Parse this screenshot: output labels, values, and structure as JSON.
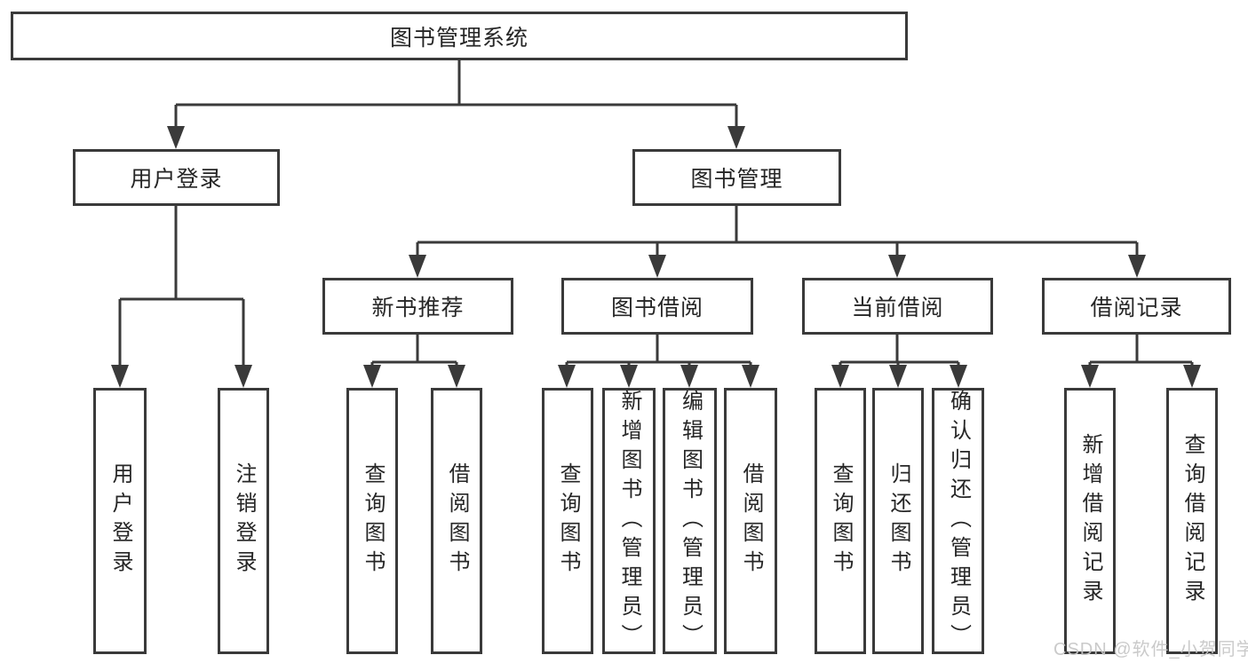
{
  "tree": {
    "label": "图书管理系统",
    "children": [
      {
        "label": "用户登录",
        "children": [
          {
            "label": "用户登录"
          },
          {
            "label": "注销登录"
          }
        ]
      },
      {
        "label": "图书管理",
        "children": [
          {
            "label": "新书推荐",
            "children": [
              {
                "label": "查询图书"
              },
              {
                "label": "借阅图书"
              }
            ]
          },
          {
            "label": "图书借阅",
            "children": [
              {
                "label": "查询图书"
              },
              {
                "label": "新增图书（管理员）"
              },
              {
                "label": "编辑图书（管理员）"
              },
              {
                "label": "借阅图书"
              }
            ]
          },
          {
            "label": "当前借阅",
            "children": [
              {
                "label": "查询图书"
              },
              {
                "label": "归还图书"
              },
              {
                "label": "确认归还（管理员）"
              }
            ]
          },
          {
            "label": "借阅记录",
            "children": [
              {
                "label": "新增借阅记录"
              },
              {
                "label": "查询借阅记录"
              }
            ]
          }
        ]
      }
    ]
  },
  "watermark": {
    "text": "CSDN @软件_小贺同学"
  },
  "colors": {
    "line": "#3a3a3a",
    "text": "#262626",
    "watermark": "#c5c5c5",
    "background": "#ffffff"
  }
}
